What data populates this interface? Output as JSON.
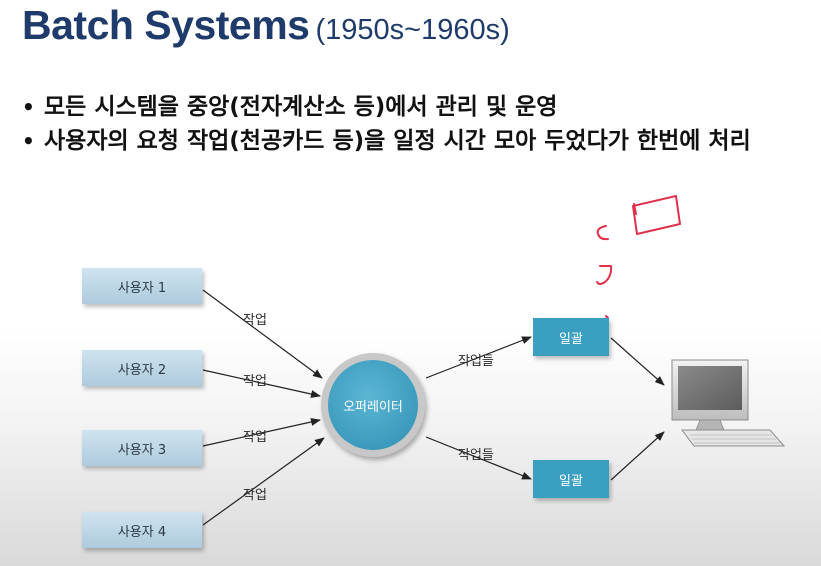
{
  "slide": {
    "title": "Batch Systems",
    "title_period": "(1950s~1960s)",
    "bullets": [
      "모든 시스템을 중앙(전자계산소 등)에서 관리 및 운영",
      "사용자의 요청 작업(천공카드 등)을 일정 시간 모아 두었다가 한번에 처리"
    ],
    "bullet_symbol": "•"
  },
  "diagram": {
    "users": [
      "사용자 1",
      "사용자 2",
      "사용자 3",
      "사용자 4"
    ],
    "user_edge_labels": [
      "작업",
      "작업",
      "작업",
      "작업"
    ],
    "operator": "오퍼레이터",
    "batch_edge_labels": [
      "작업들",
      "작업들"
    ],
    "batches": [
      "일괄",
      "일괄"
    ],
    "computer_icon": "desktop-computer-icon"
  },
  "colors": {
    "title": "#1f3b6b",
    "user_box": "#bcd6e6",
    "operator": "#3a9fc3",
    "batch_box": "#3b9fc2",
    "annotation_ink": "#e0304a"
  }
}
